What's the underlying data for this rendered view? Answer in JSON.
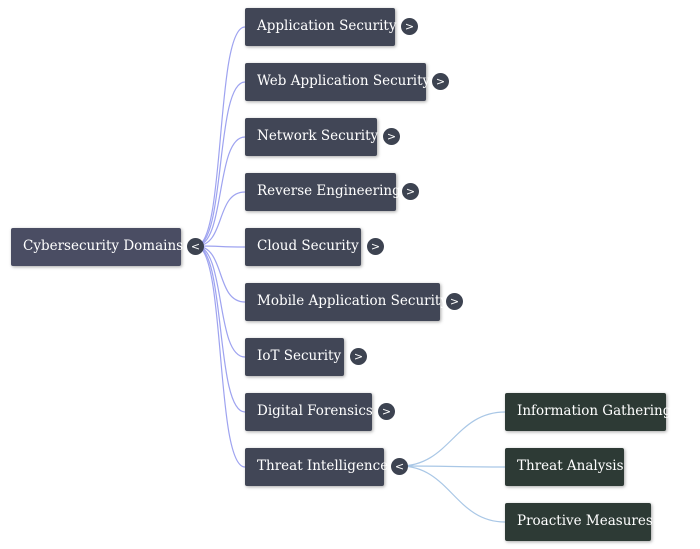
{
  "root": {
    "label": "Cybersecurity Domains",
    "toggle": "<"
  },
  "branches": [
    {
      "label": "Application Security",
      "toggle": ">"
    },
    {
      "label": "Web Application Security",
      "toggle": ">"
    },
    {
      "label": "Network Security",
      "toggle": ">"
    },
    {
      "label": "Reverse Engineering",
      "toggle": ">"
    },
    {
      "label": "Cloud Security",
      "toggle": ">"
    },
    {
      "label": "Mobile Application Security",
      "toggle": ">"
    },
    {
      "label": "IoT Security",
      "toggle": ">"
    },
    {
      "label": "Digital Forensics",
      "toggle": ">"
    },
    {
      "label": "Threat Intelligence",
      "toggle": "<"
    }
  ],
  "threat_intelligence_children": [
    {
      "label": "Information Gathering"
    },
    {
      "label": "Threat Analysis"
    },
    {
      "label": "Proactive Measures"
    }
  ],
  "colors": {
    "root_node": "#4a4d63",
    "branch_node": "#414656",
    "leaf_node": "#2d3a35",
    "root_links": "#9ea3f0",
    "child_links": "#a9c7e6"
  }
}
